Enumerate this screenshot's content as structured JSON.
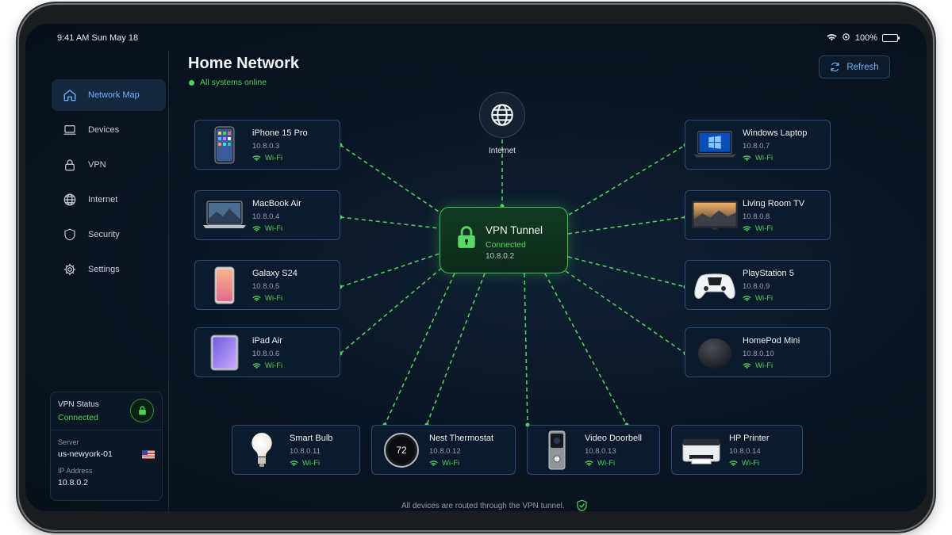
{
  "status_bar": {
    "time": "9:41 AM  Sun May 18",
    "battery": "100%"
  },
  "sidebar": {
    "items": [
      {
        "label": "Network Map",
        "icon": "home-icon"
      },
      {
        "label": "Devices",
        "icon": "laptop-icon"
      },
      {
        "label": "VPN",
        "icon": "lock-icon"
      },
      {
        "label": "Internet",
        "icon": "globe-icon"
      },
      {
        "label": "Security",
        "icon": "shield-icon"
      },
      {
        "label": "Settings",
        "icon": "gear-icon"
      }
    ],
    "vpn_card": {
      "status_label": "VPN Status",
      "status_value": "Connected",
      "server_label": "Server",
      "server_value": "us-newyork-01",
      "ip_label": "IP Address",
      "ip_value": "10.8.0.2"
    }
  },
  "header": {
    "title": "Home Network",
    "subtitle": "All systems online",
    "refresh_label": "Refresh"
  },
  "internet": {
    "label": "Internet"
  },
  "hub": {
    "title": "VPN Tunnel",
    "status": "Connected",
    "ip": "10.8.0.2"
  },
  "devices": [
    {
      "name": "iPhone 15 Pro",
      "ip": "10.8.0.3",
      "conn": "Wi-Fi",
      "icon": "phone-icon"
    },
    {
      "name": "MacBook Air",
      "ip": "10.8.0.4",
      "conn": "Wi-Fi",
      "icon": "laptop-icon"
    },
    {
      "name": "Galaxy S24",
      "ip": "10.8.0.5",
      "conn": "Wi-Fi",
      "icon": "phone-icon"
    },
    {
      "name": "iPad Air",
      "ip": "10.8.0.6",
      "conn": "Wi-Fi",
      "icon": "tablet-icon"
    },
    {
      "name": "Windows Laptop",
      "ip": "10.8.0.7",
      "conn": "Wi-Fi",
      "icon": "laptop-icon"
    },
    {
      "name": "Living Room TV",
      "ip": "10.8.0.8",
      "conn": "Wi-Fi",
      "icon": "tv-icon"
    },
    {
      "name": "PlayStation 5",
      "ip": "10.8.0.9",
      "conn": "Wi-Fi",
      "icon": "gamepad-icon"
    },
    {
      "name": "HomePod Mini",
      "ip": "10.8.0.10",
      "conn": "Wi-Fi",
      "icon": "speaker-icon"
    },
    {
      "name": "Smart Bulb",
      "ip": "10.8.0.11",
      "conn": "Wi-Fi",
      "icon": "bulb-icon"
    },
    {
      "name": "Nest Thermostat",
      "ip": "10.8.0.12",
      "conn": "Wi-Fi",
      "icon": "thermostat-icon",
      "display": "72"
    },
    {
      "name": "Video Doorbell",
      "ip": "10.8.0.13",
      "conn": "Wi-Fi",
      "icon": "doorbell-icon"
    },
    {
      "name": "HP Printer",
      "ip": "10.8.0.14",
      "conn": "Wi-Fi",
      "icon": "printer-icon"
    }
  ],
  "footer": {
    "text": "All devices are routed through the VPN tunnel."
  },
  "colors": {
    "accent": "#6fb3ff",
    "success": "#4fd15a",
    "hub_border": "#43c24f",
    "card_border": "#2b4c78"
  }
}
